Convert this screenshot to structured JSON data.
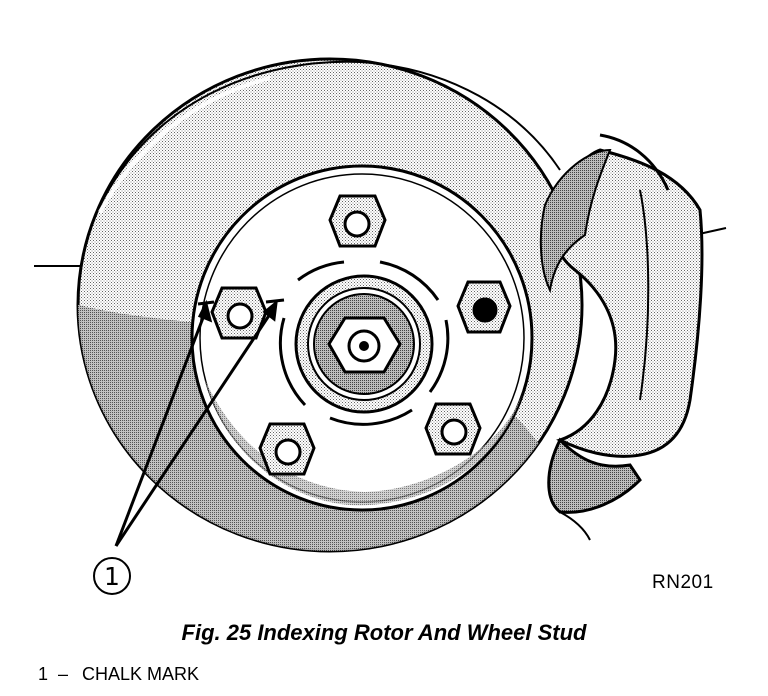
{
  "figure": {
    "callout_number": "1",
    "reference_code": "RN201",
    "caption": "Fig. 25 Indexing Rotor And Wheel Stud"
  },
  "legend": {
    "items": [
      {
        "number": "1",
        "separator": "–",
        "label": "CHALK MARK"
      }
    ]
  }
}
